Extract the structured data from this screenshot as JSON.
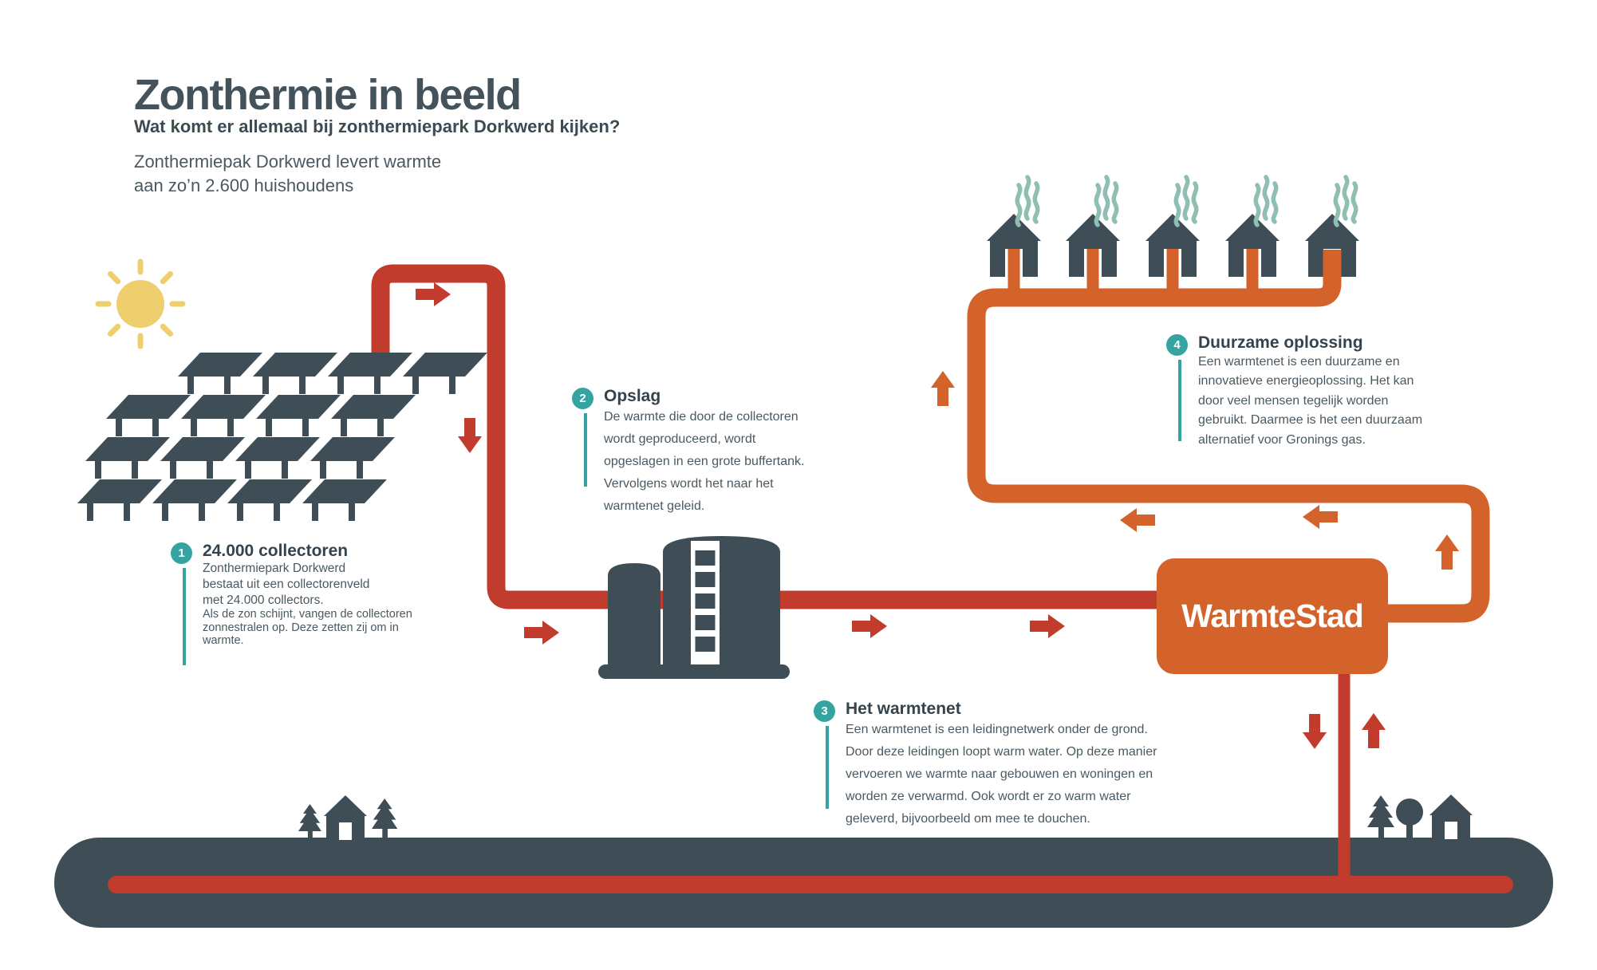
{
  "header": {
    "title": "Zonthermie in beeld",
    "subtitle": "Wat komt er allemaal bij zonthermiepark Dorkwerd kijken?",
    "intro_line1": "Zonthermiepak Dorkwerd levert warmte",
    "intro_line2": "aan zo’n 2.600 huishoudens"
  },
  "callouts": [
    {
      "number": "1",
      "title": "24.000 collectoren",
      "paragraphs": [
        "Zonthermiepark Dorkwerd bestaat uit een collectorenveld met 24.000 collectors.",
        "Als de zon schijnt, vangen de collectoren zonnestralen op. Deze zetten zij om in warmte."
      ]
    },
    {
      "number": "2",
      "title": "Opslag",
      "paragraphs": [
        "De warmte die door de collectoren wordt geproduceerd, wordt opgeslagen in een grote buffertank. Vervolgens wordt het naar het warmtenet geleid."
      ]
    },
    {
      "number": "3",
      "title": "Het warmtenet",
      "paragraphs": [
        "Een warmtenet is een leidingnetwerk onder de grond. Door deze leidingen loopt warm water. Op deze manier vervoeren we warmte naar gebouwen en woningen en worden ze verwarmd. Ook wordt er zo warm water geleverd, bijvoorbeeld om mee te douchen."
      ]
    },
    {
      "number": "4",
      "title": "Duurzame oplossing",
      "paragraphs": [
        "Een warmtenet is een duurzame en innovatieve energieoplossing. Het kan door veel mensen tegelijk worden gebruikt. Daarmee is het een duurzaam alternatief voor Gronings gas."
      ]
    }
  ],
  "logo": {
    "label": "WarmteStad"
  },
  "colors": {
    "dark_slate": "#3F4E56",
    "pipe_red": "#C23C2E",
    "pipe_orange": "#D4622B",
    "badge_teal": "#35A3A1",
    "steam_teal": "#8FBFB2",
    "sun_yellow": "#EFCE6E",
    "heading_text": "#35434C",
    "body_text": "#4A5961"
  },
  "icons": {
    "sun-icon": "yellow circle with rays",
    "solar-collector-icon": "skewed panel on legs",
    "buffer-tank-icon": "two storage cylinders with ladder",
    "house-icon": "gabled house with white door",
    "steam-icon": "three wavy teal lines",
    "pine-tree-icon": "tiered pine silhouette",
    "round-tree-icon": "round-crown tree silhouette",
    "flow-arrow-icon": "solid directional arrow"
  }
}
